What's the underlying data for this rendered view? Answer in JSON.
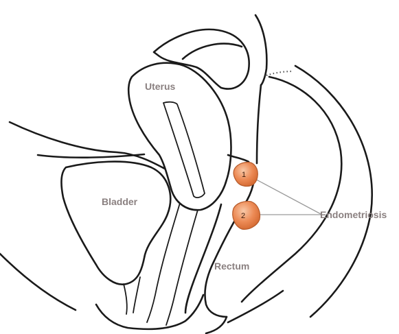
{
  "labels": {
    "uterus": "Uterus",
    "bladder": "Bladder",
    "rectum": "Rectum",
    "endometriosis": "Endometriosis"
  },
  "lesions": [
    {
      "number": "1"
    },
    {
      "number": "2"
    }
  ],
  "colors": {
    "lesion_fill": "#e8804a",
    "lesion_highlight": "#f6c2a0",
    "lesion_stroke": "#b55a2a",
    "label_text": "#8a8080",
    "outline": "#1a1a1a"
  }
}
